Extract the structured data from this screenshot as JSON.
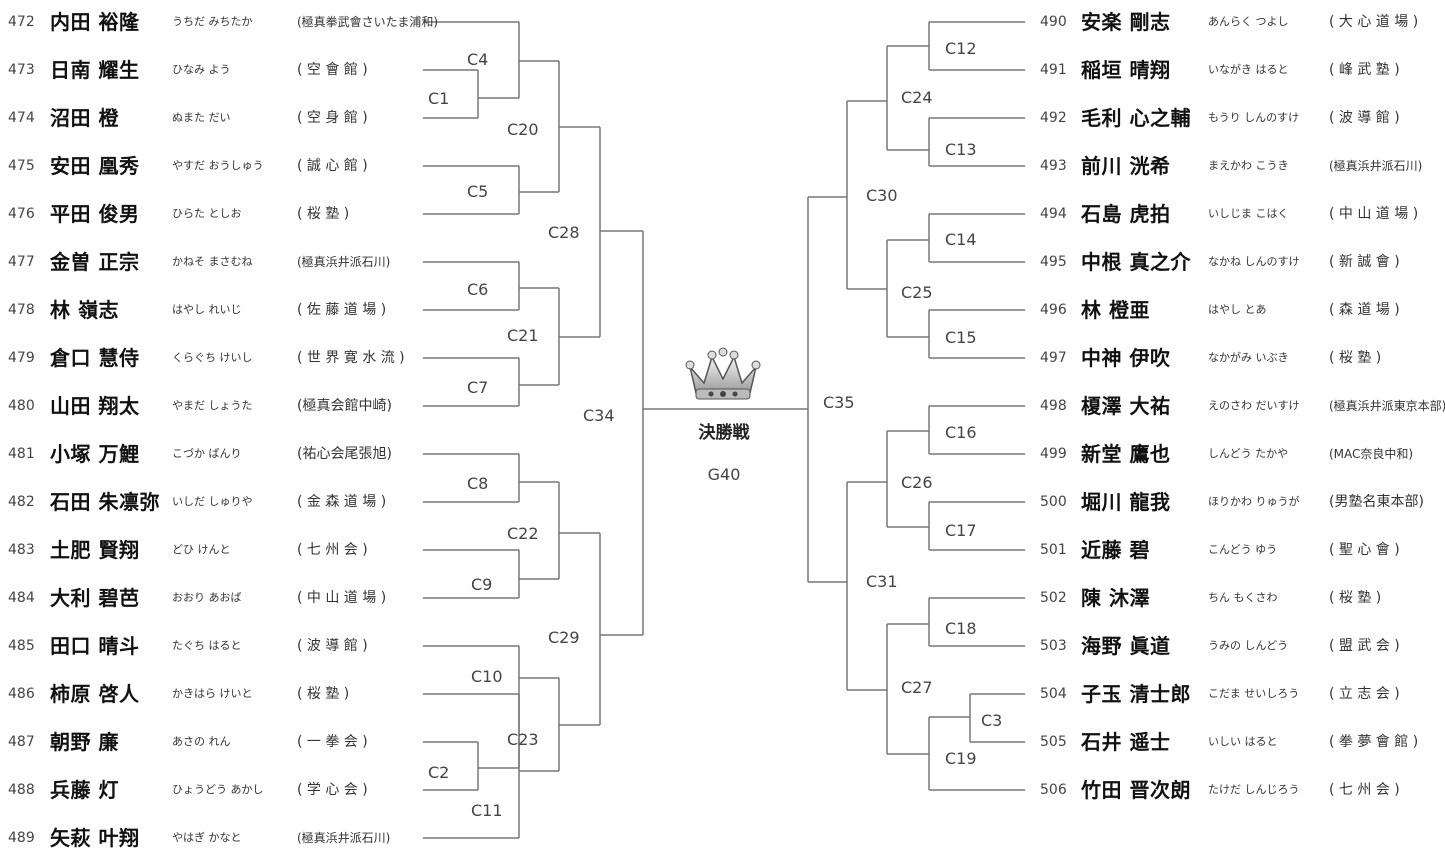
{
  "left_entrants": [
    {
      "num": "472",
      "name": "内田 裕隆",
      "kana": "うちだ みちたか",
      "dojo": "(極真拳武會さいたま浦和)"
    },
    {
      "num": "473",
      "name": "日南 耀生",
      "kana": "ひなみ よう",
      "dojo": "( 空 會 館 )"
    },
    {
      "num": "474",
      "name": "沼田 橙",
      "kana": "ぬまた だい",
      "dojo": "( 空 身 館 )"
    },
    {
      "num": "475",
      "name": "安田 凰秀",
      "kana": "やすだ おうしゅう",
      "dojo": "( 誠 心 館 )"
    },
    {
      "num": "476",
      "name": "平田 俊男",
      "kana": "ひらた としお",
      "dojo": "( 桜 塾 )"
    },
    {
      "num": "477",
      "name": "金曽 正宗",
      "kana": "かねそ まさむね",
      "dojo": "(極真浜井派石川)"
    },
    {
      "num": "478",
      "name": "林 嶺志",
      "kana": "はやし れいじ",
      "dojo": "( 佐 藤 道 場 )"
    },
    {
      "num": "479",
      "name": "倉口 慧侍",
      "kana": "くらぐち けいし",
      "dojo": "( 世 界 寛 水 流 )"
    },
    {
      "num": "480",
      "name": "山田 翔太",
      "kana": "やまだ しょうた",
      "dojo": "(極真会館中崎)"
    },
    {
      "num": "481",
      "name": "小塚 万鯉",
      "kana": "こづか ばんり",
      "dojo": "(祐心会尾張旭)"
    },
    {
      "num": "482",
      "name": "石田 朱凛弥",
      "kana": "いしだ しゅりや",
      "dojo": "( 金 森 道 場 )"
    },
    {
      "num": "483",
      "name": "土肥 賢翔",
      "kana": "どひ けんと",
      "dojo": "( 七 州 会 )"
    },
    {
      "num": "484",
      "name": "大利 碧芭",
      "kana": "おおり あおば",
      "dojo": "( 中 山 道 場 )"
    },
    {
      "num": "485",
      "name": "田口 晴斗",
      "kana": "たぐち はると",
      "dojo": "( 波 導 館 )"
    },
    {
      "num": "486",
      "name": "柿原 啓人",
      "kana": "かきはら けいと",
      "dojo": "( 桜 塾 )"
    },
    {
      "num": "487",
      "name": "朝野 廉",
      "kana": "あさの れん",
      "dojo": "( 一 拳 会 )"
    },
    {
      "num": "488",
      "name": "兵藤 灯",
      "kana": "ひょうどう あかし",
      "dojo": "( 学 心 会 )"
    },
    {
      "num": "489",
      "name": "矢萩 叶翔",
      "kana": "やはぎ かなと",
      "dojo": "(極真浜井派石川)"
    }
  ],
  "right_entrants": [
    {
      "num": "490",
      "name": "安楽 剛志",
      "kana": "あんらく つよし",
      "dojo": "( 大 心 道 場 )"
    },
    {
      "num": "491",
      "name": "稲垣 晴翔",
      "kana": "いながき はると",
      "dojo": "( 峰 武 塾 )"
    },
    {
      "num": "492",
      "name": "毛利 心之輔",
      "kana": "もうり しんのすけ",
      "dojo": "( 波 導 館 )"
    },
    {
      "num": "493",
      "name": "前川 洸希",
      "kana": "まえかわ こうき",
      "dojo": "(極真浜井派石川)"
    },
    {
      "num": "494",
      "name": "石島 虎拍",
      "kana": "いしじま こはく",
      "dojo": "( 中 山 道 場 )"
    },
    {
      "num": "495",
      "name": "中根 真之介",
      "kana": "なかね しんのすけ",
      "dojo": "( 新 誠 會 )"
    },
    {
      "num": "496",
      "name": "林 橙亜",
      "kana": "はやし とあ",
      "dojo": "( 森 道 場 )"
    },
    {
      "num": "497",
      "name": "中神 伊吹",
      "kana": "なかがみ いぶき",
      "dojo": "( 桜 塾 )"
    },
    {
      "num": "498",
      "name": "榎澤 大祐",
      "kana": "えのさわ だいすけ",
      "dojo": "(極真浜井派東京本部)"
    },
    {
      "num": "499",
      "name": "新堂 鷹也",
      "kana": "しんどう たかや",
      "dojo": "(MAC奈良中和)"
    },
    {
      "num": "500",
      "name": "堀川 龍我",
      "kana": "ほりかわ りゅうが",
      "dojo": "(男塾名東本部)"
    },
    {
      "num": "501",
      "name": "近藤 碧",
      "kana": "こんどう ゆう",
      "dojo": "( 聖 心 會 )"
    },
    {
      "num": "502",
      "name": "陳 沐澤",
      "kana": "ちん もくさわ",
      "dojo": "( 桜 塾 )"
    },
    {
      "num": "503",
      "name": "海野 眞道",
      "kana": "うみの しんどう",
      "dojo": "( 盟 武 会 )"
    },
    {
      "num": "504",
      "name": "子玉 清士郎",
      "kana": "こだま せいしろう",
      "dojo": "( 立 志 会 )"
    },
    {
      "num": "505",
      "name": "石井 遥士",
      "kana": "いしい はると",
      "dojo": "( 拳 夢 會 館 )"
    },
    {
      "num": "506",
      "name": "竹田 晋次朗",
      "kana": "たけだ しんじろう",
      "dojo": "( 七 州 会 )"
    }
  ],
  "matches": {
    "c1": "C1",
    "c2": "C2",
    "c3": "C3",
    "c4": "C4",
    "c5": "C5",
    "c6": "C6",
    "c7": "C7",
    "c8": "C8",
    "c9": "C9",
    "c10": "C10",
    "c11": "C11",
    "c12": "C12",
    "c13": "C13",
    "c14": "C14",
    "c15": "C15",
    "c16": "C16",
    "c17": "C17",
    "c18": "C18",
    "c19": "C19",
    "c20": "C20",
    "c21": "C21",
    "c22": "C22",
    "c23": "C23",
    "c24": "C24",
    "c25": "C25",
    "c26": "C26",
    "c27": "C27",
    "c28": "C28",
    "c29": "C29",
    "c30": "C30",
    "c31": "C31",
    "c34": "C34",
    "c35": "C35"
  },
  "final": {
    "title": "決勝戦",
    "code": "G40"
  },
  "colors": {
    "line": "#777777",
    "text": "#222222"
  },
  "icon": "crown-icon"
}
